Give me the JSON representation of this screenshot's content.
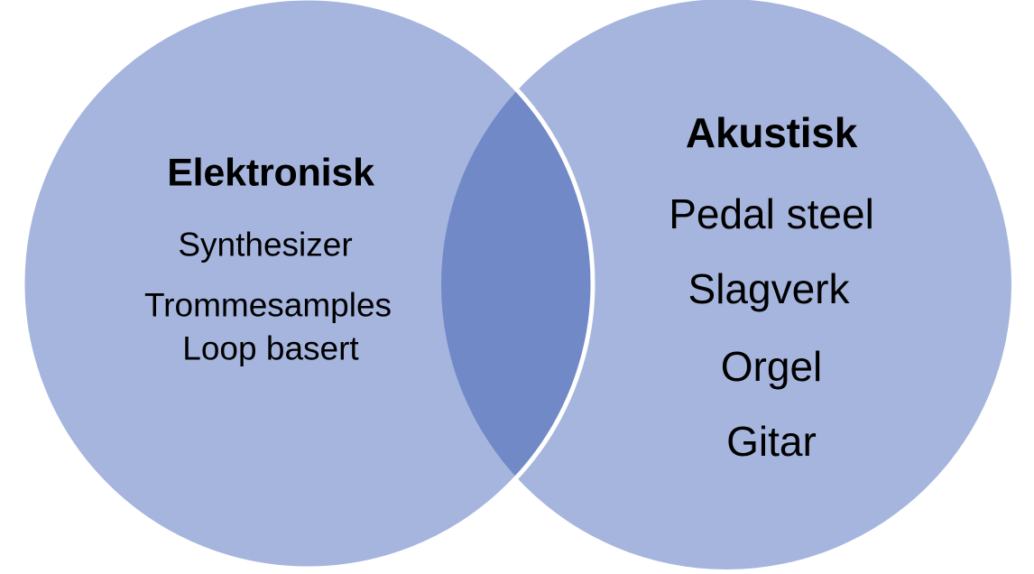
{
  "diagram": {
    "type": "venn",
    "title_visible": false,
    "background_color": "#ffffff",
    "circle_fill": "#a5b5dd",
    "intersection_fill": "#7289c8",
    "outline_color": "#ffffff",
    "text_color": "#000000",
    "left_set": {
      "name": "Elektronisk",
      "items": [
        "Synthesizer",
        "Trommesamples",
        "Loop basert"
      ]
    },
    "right_set": {
      "name": "Akustisk",
      "items": [
        "Pedal steel",
        "Slagverk",
        "Orgel",
        "Gitar"
      ]
    },
    "intersection_set": {
      "name": "",
      "items": []
    }
  }
}
